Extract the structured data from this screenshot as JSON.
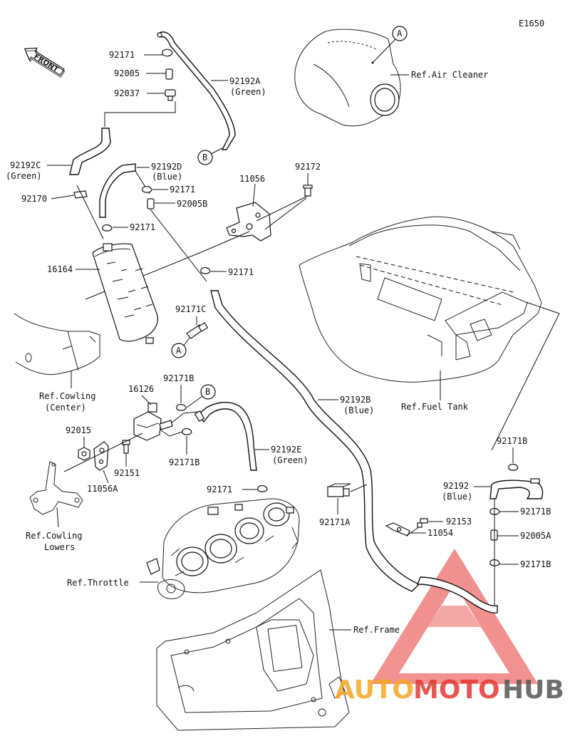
{
  "diagram_code": "E1650",
  "front_label": "FRONT",
  "labels": {
    "p92171_top": "92171",
    "p92005": "92005",
    "p92037": "92037",
    "p92192A": "92192A",
    "p92192A_color": "(Green)",
    "ref_air_cleaner": "Ref.Air Cleaner",
    "p92192C": "92192C",
    "p92192C_color": "(Green)",
    "p92192D": "92192D",
    "p92192D_color": "(Blue)",
    "p92171_d": "92171",
    "p92005B": "92005B",
    "p92170": "92170",
    "p11056": "11056",
    "p92172": "92172",
    "p92171_left": "92171",
    "p16164": "16164",
    "p92171_mid": "92171",
    "p92171C": "92171C",
    "ref_cowling_center_1": "Ref.Cowling",
    "ref_cowling_center_2": "(Center)",
    "p16126": "16126",
    "p92171B_left": "92171B",
    "p92192B": "92192B",
    "p92192B_color": "(Blue)",
    "ref_fuel_tank": "Ref.Fuel Tank",
    "p92015": "92015",
    "p92151": "92151",
    "p11056A": "11056A",
    "p92171B_left2": "92171B",
    "p92192E": "92192E",
    "p92192E_color": "(Green)",
    "p92171_lower": "92171",
    "p92171B_right": "92171B",
    "p92192": "92192",
    "p92192_color": "(Blue)",
    "p92171B_r2": "92171B",
    "p92005A": "92005A",
    "p92171B_r3": "92171B",
    "p92171A": "92171A",
    "p92153": "92153",
    "p11054": "11054",
    "ref_cowling_lowers_1": "Ref.Cowling",
    "ref_cowling_lowers_2": "Lowers",
    "ref_throttle": "Ref.Throttle",
    "ref_frame": "Ref.Frame",
    "callout_A": "A",
    "callout_B": "B"
  },
  "watermark": {
    "brand_part1": "AUTO",
    "brand_part2": "MOTO",
    "brand_part3": "HUB",
    "color_orange": "#f5a623",
    "color_red": "#e53935",
    "color_grey": "#555555"
  }
}
